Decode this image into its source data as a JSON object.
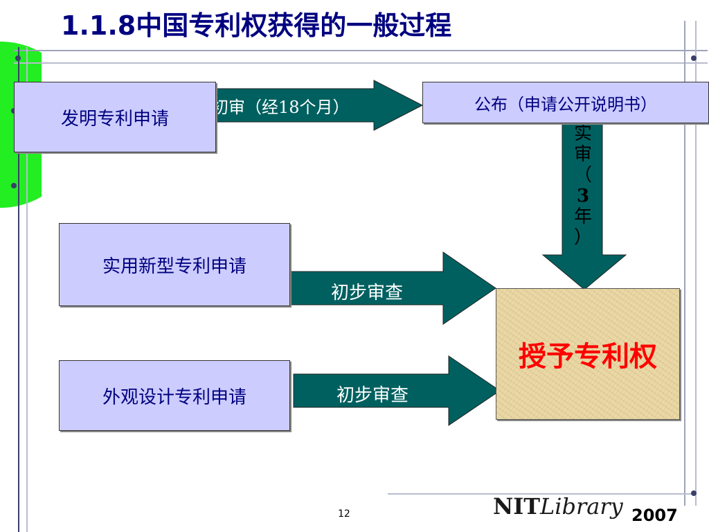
{
  "title": "1.1.8中国专利权获得的一般过程",
  "boxes": {
    "invention": "发明专利申请",
    "publish": "公布（申请公开说明书）",
    "utility": "实用新型专利申请",
    "design": "外观设计专利申请",
    "grant": "授予专利权"
  },
  "arrows": {
    "prelim_exam": "初审（经18个月）",
    "substantive_chars": [
      "实",
      "审",
      "（",
      "3",
      "年",
      "）"
    ],
    "utility_exam": "初步审查",
    "design_exam": "初步审查"
  },
  "footer": {
    "page_number": "12",
    "logo_nit": "NIT",
    "logo_library": "Library",
    "year": "2007"
  },
  "colors": {
    "box_fill": "#ccccff",
    "arrow_fill": "#006060",
    "title": "#000080",
    "grant_text": "#ff0000"
  }
}
